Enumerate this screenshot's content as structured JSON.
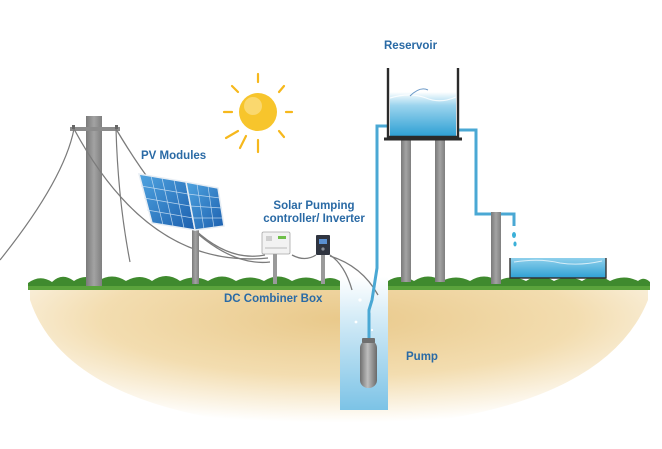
{
  "labels": {
    "reservoir": "Reservoir",
    "pv_modules": "PV Modules",
    "controller_line1": "Solar Pumping",
    "controller_line2": "controller/ Inverter",
    "combiner_box": "DC Combiner Box",
    "pump": "Pump"
  },
  "colors": {
    "label_text": "#2a6aa5",
    "water": "#3bb0d8",
    "pipe": "#4aa8d4",
    "pole": "#8c8c8c",
    "sun": "#f6b81c",
    "grass": "#3f8a2e",
    "soil": "#f1dcae"
  }
}
